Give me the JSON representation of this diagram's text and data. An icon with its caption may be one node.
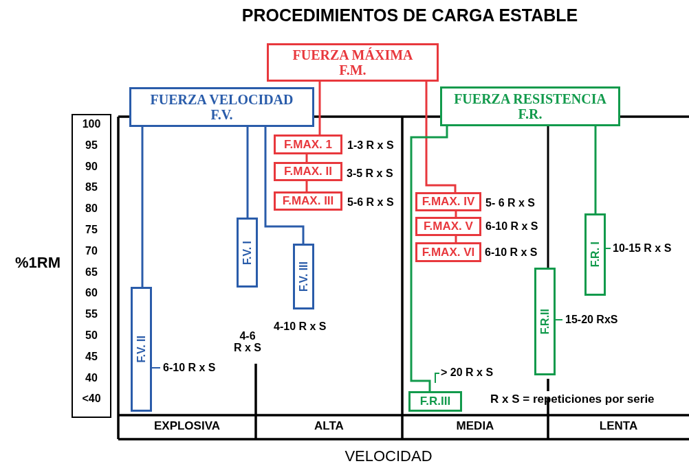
{
  "diagram": {
    "title": "PROCEDIMIENTOS DE CARGA ESTABLE",
    "nodes": [
      {
        "text": [
          "FUERZA MÁXIMA",
          "F.M."
        ]
      },
      {
        "text": [
          "FUERZA VELOCIDAD",
          "F.V."
        ]
      },
      {
        "text": [
          "FUERZA RESISTENCIA",
          "F.R."
        ]
      },
      {
        "text": [
          "F.MAX. 1"
        ],
        "beside": [
          "1-3 R x S"
        ]
      },
      {
        "text": [
          "F.MAX. II"
        ],
        "beside": [
          "3-5 R x S"
        ]
      },
      {
        "text": [
          "F.MAX. III"
        ],
        "beside": [
          "5-6 R x S"
        ]
      },
      {
        "text": [
          "F.MAX. IV"
        ],
        "beside": [
          "5- 6 R x S"
        ]
      },
      {
        "text": [
          "F.MAX. V"
        ],
        "beside": [
          "6-10 R x S"
        ]
      },
      {
        "text": [
          "F.MAX. VI"
        ],
        "beside": [
          "6-10 R x S"
        ]
      },
      {
        "text": [
          "F.V. II"
        ],
        "beside": [
          "6-10 R x S"
        ]
      },
      {
        "text": [
          "F.V. I"
        ],
        "beside": [
          "4-6 R x S"
        ]
      },
      {
        "text": [
          "F.V. III"
        ],
        "beside": [
          "4-10 R x S"
        ]
      },
      {
        "text": [
          "F.R. I"
        ],
        "beside": [
          "10-15 R x S"
        ]
      },
      {
        "text": [
          "F.R.II"
        ],
        "beside": [
          "15-20 RxS"
        ]
      },
      {
        "text": [
          "F.R.III"
        ],
        "beside": [
          "> 20 R x S"
        ]
      }
    ],
    "edges": [
      {
        "from": 0,
        "to": 3,
        "arrow": "none"
      },
      {
        "from": 0,
        "to": 6,
        "arrow": "none"
      },
      {
        "from": 3,
        "to": 4,
        "arrow": "none"
      },
      {
        "from": 4,
        "to": 5,
        "arrow": "none"
      },
      {
        "from": 6,
        "to": 7,
        "arrow": "none"
      },
      {
        "from": 7,
        "to": 8,
        "arrow": "none"
      },
      {
        "from": 1,
        "to": 9,
        "arrow": "none",
        "color": "#2a5caa"
      },
      {
        "from": 1,
        "to": 10,
        "arrow": "none",
        "color": "#2a5caa"
      },
      {
        "from": 1,
        "to": 11,
        "arrow": "none",
        "color": "#2a5caa"
      },
      {
        "from": 2,
        "to": 14,
        "arrow": "none",
        "color": "#129a4c"
      },
      {
        "from": 2,
        "to": 13,
        "arrow": "none",
        "color": "#000000"
      },
      {
        "from": 2,
        "to": 12,
        "arrow": "none",
        "color": "#129a4c"
      }
    ],
    "labels": [
      "100",
      "95",
      "90",
      "85",
      "80",
      "75",
      "70",
      "65",
      "60",
      "55",
      "50",
      "45",
      "40",
      "<40",
      "%1RM",
      "R x S = repeticiones por serie",
      "EXPLOSIVA",
      "ALTA",
      "MEDIA",
      "LENTA",
      "VELOCIDAD"
    ]
  }
}
